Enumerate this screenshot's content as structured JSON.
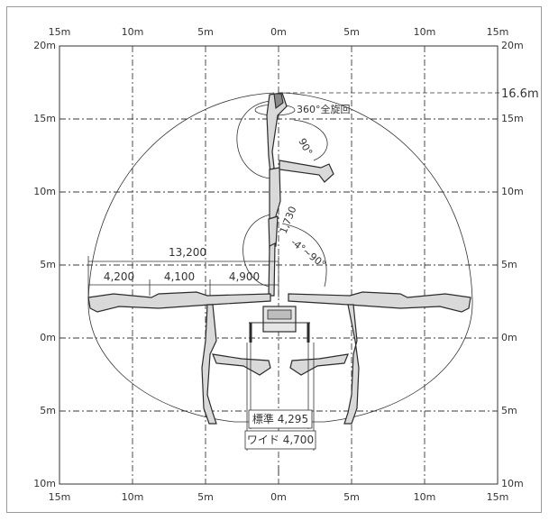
{
  "top_axis_labels": [
    "15m",
    "10m",
    "5m",
    "0m",
    "5m",
    "10m",
    "15m"
  ],
  "bottom_axis_labels": [
    "15m",
    "10m",
    "5m",
    "0m",
    "5m",
    "10m",
    "15m"
  ],
  "left_axis_labels": [
    "20m",
    "15m",
    "10m",
    "5m",
    "0m",
    "5m",
    "10m"
  ],
  "right_axis_labels": [
    "20m",
    "15m",
    "10m",
    "5m",
    "0m",
    "5m",
    "10m"
  ],
  "max_height_label": "16.6m",
  "rotation_label": "360°全旋回",
  "angle_top_label": "90°",
  "segment_label": "1,730",
  "angle_range_label": "-4°~90°",
  "reach_total": "13,200",
  "reach_segments": [
    "4,200",
    "4,100",
    "4,900"
  ],
  "width_standard": "標準 4,295",
  "width_wide": "ワイド 4,700"
}
